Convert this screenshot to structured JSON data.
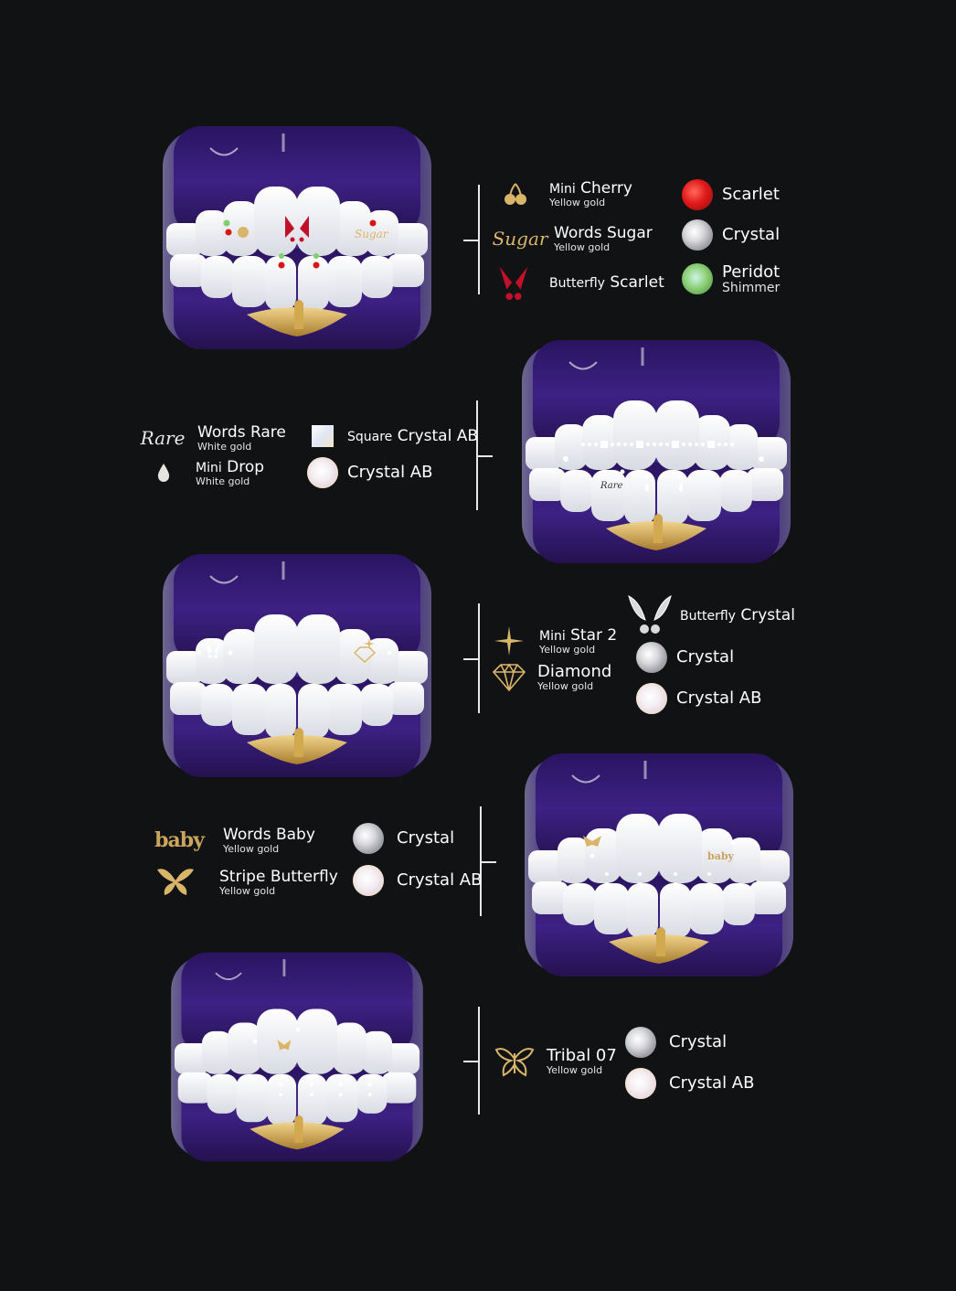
{
  "background_color": "#111214",
  "colors": {
    "gum_purple": "#3b1d7a",
    "gold": "#d9b56a",
    "tooth_white": "#eef0f4",
    "line_white": "#e8e8e8"
  },
  "panels": [
    {
      "id": 1,
      "mouth_position": "left",
      "legend_side": "right",
      "items": [
        {
          "icon": "cherry-icon",
          "prefix": "Mini",
          "name": "Cherry",
          "material": "Yellow gold"
        },
        {
          "icon": "words-sugar-icon",
          "icon_text": "Sugar",
          "prefix": "",
          "name": "Words Sugar",
          "material": "Yellow gold"
        },
        {
          "icon": "butterfly-scarlet-icon",
          "prefix": "Butterfly",
          "name": "Scarlet",
          "material": ""
        },
        {
          "icon": "scarlet-gem-icon",
          "prefix": "",
          "name": "Scarlet",
          "material": ""
        },
        {
          "icon": "crystal-gem-icon",
          "prefix": "",
          "name": "Crystal",
          "material": ""
        },
        {
          "icon": "peridot-gem-icon",
          "prefix": "",
          "name": "Peridot",
          "material": "Shimmer"
        }
      ]
    },
    {
      "id": 2,
      "mouth_position": "right",
      "legend_side": "left",
      "items": [
        {
          "icon": "words-rare-icon",
          "icon_text": "Rare",
          "prefix": "",
          "name": "Words Rare",
          "material": "White gold"
        },
        {
          "icon": "drop-icon",
          "prefix": "Mini",
          "name": "Drop",
          "material": "White gold"
        },
        {
          "icon": "square-crystal-ab-icon",
          "prefix": "Square",
          "name": "Crystal AB",
          "material": ""
        },
        {
          "icon": "crystal-ab-gem-icon",
          "prefix": "",
          "name": "Crystal AB",
          "material": ""
        }
      ]
    },
    {
      "id": 3,
      "mouth_position": "left",
      "legend_side": "right",
      "items": [
        {
          "icon": "star-icon",
          "prefix": "Mini",
          "name": "Star 2",
          "material": "Yellow gold"
        },
        {
          "icon": "diamond-icon",
          "prefix": "",
          "name": "Diamond",
          "material": "Yellow gold"
        },
        {
          "icon": "butterfly-crystal-icon",
          "prefix": "Butterfly",
          "name": "Crystal",
          "material": ""
        },
        {
          "icon": "crystal-gem-icon",
          "prefix": "",
          "name": "Crystal",
          "material": ""
        },
        {
          "icon": "crystal-ab-gem-icon",
          "prefix": "",
          "name": "Crystal AB",
          "material": ""
        }
      ]
    },
    {
      "id": 4,
      "mouth_position": "right",
      "legend_side": "left",
      "items": [
        {
          "icon": "words-baby-icon",
          "icon_text": "baby",
          "prefix": "",
          "name": "Words Baby",
          "material": "Yellow gold"
        },
        {
          "icon": "stripe-butterfly-icon",
          "prefix": "",
          "name": "Stripe Butterfly",
          "material": "Yellow gold"
        },
        {
          "icon": "crystal-gem-icon",
          "prefix": "",
          "name": "Crystal",
          "material": ""
        },
        {
          "icon": "crystal-ab-gem-icon",
          "prefix": "",
          "name": "Crystal AB",
          "material": ""
        }
      ]
    },
    {
      "id": 5,
      "mouth_position": "left",
      "legend_side": "right",
      "items": [
        {
          "icon": "tribal-butterfly-icon",
          "prefix": "",
          "name": "Tribal 07",
          "material": "Yellow gold"
        },
        {
          "icon": "crystal-gem-icon",
          "prefix": "",
          "name": "Crystal",
          "material": ""
        },
        {
          "icon": "crystal-ab-gem-icon",
          "prefix": "",
          "name": "Crystal AB",
          "material": ""
        }
      ]
    }
  ]
}
